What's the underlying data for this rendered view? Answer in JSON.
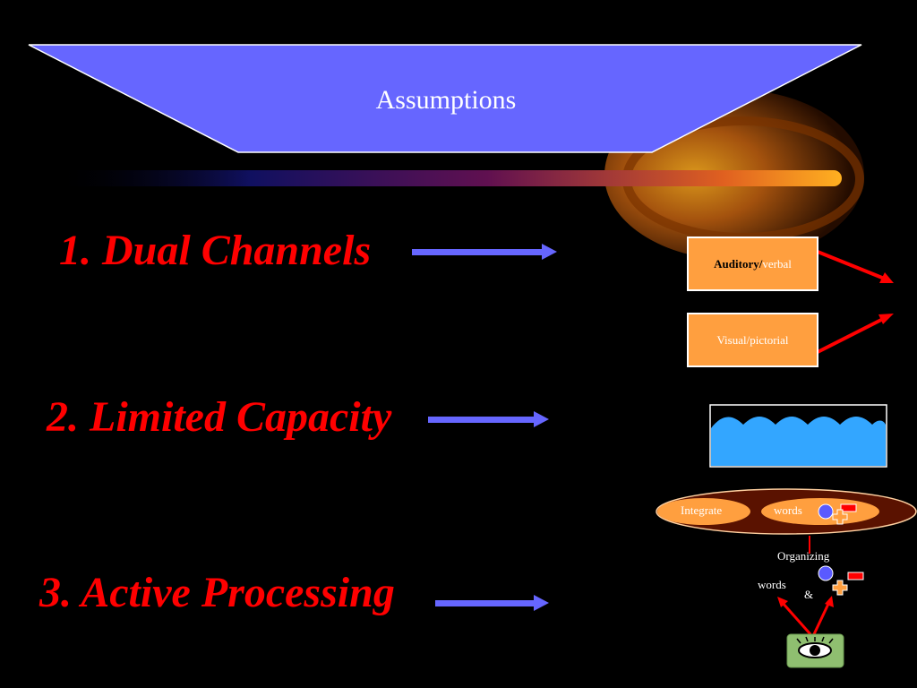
{
  "title": "Assumptions",
  "assumptions": [
    {
      "label": "1. Dual Channels"
    },
    {
      "label": "2. Limited Capacity"
    },
    {
      "label": "3. Active Processing"
    }
  ],
  "channels": {
    "auditory_bold": "Auditory/",
    "auditory_rest": "verbal",
    "visual": "Visual/pictorial"
  },
  "processing": {
    "integrate": "Integrate",
    "words_top": "words",
    "organizing": "Organizing",
    "words_bottom": "words",
    "ampersand": "&"
  },
  "colors": {
    "banner": "#6666ff",
    "heading": "#ff0000",
    "arrow": "#6666ff",
    "box": "#ff9f3f"
  }
}
